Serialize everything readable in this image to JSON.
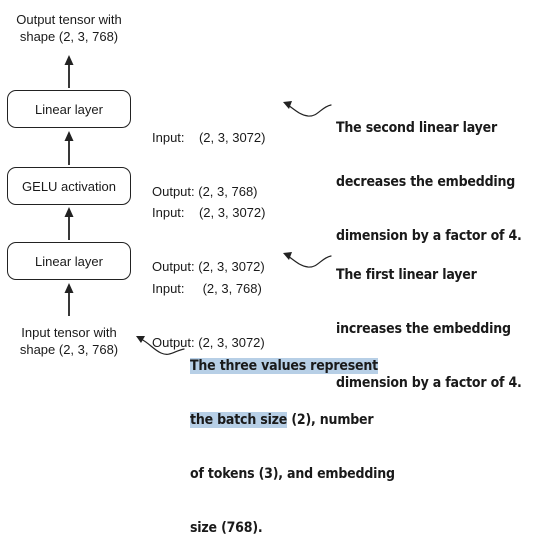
{
  "output_tensor": {
    "line1": "Output tensor with",
    "line2": "shape (2, 3, 768)"
  },
  "input_tensor": {
    "line1": "Input tensor with",
    "line2": "shape (2, 3, 768)"
  },
  "boxes": {
    "linear_top": "Linear layer",
    "gelu": "GELU activation",
    "linear_bottom": "Linear layer"
  },
  "shapes": {
    "linear_top": {
      "input": "Input:    (2, 3, 3072)",
      "output": "Output: (2, 3, 768)"
    },
    "gelu": {
      "input": "Input:    (2, 3, 3072)",
      "output": "Output: (2, 3, 3072)"
    },
    "linear_bottom": {
      "input": "Input:     (2, 3, 768)",
      "output": "Output: (2, 3, 3072)"
    }
  },
  "annotations": {
    "second_linear": {
      "line1": "The second linear layer",
      "line2": "decreases the embedding",
      "line3": "dimension by a factor of 4."
    },
    "first_linear": {
      "line1": "The first linear layer",
      "line2": "increases the embedding",
      "line3": "dimension by a factor of 4."
    },
    "three_values": {
      "line1": "The three values represent",
      "line2_highlighted": "the batch size",
      "line2_rest": " (2), number",
      "line3": "of tokens (3), and embedding",
      "line4": "size (768)."
    }
  },
  "colors": {
    "highlight": "#b7cfe6",
    "stroke": "#222222"
  }
}
